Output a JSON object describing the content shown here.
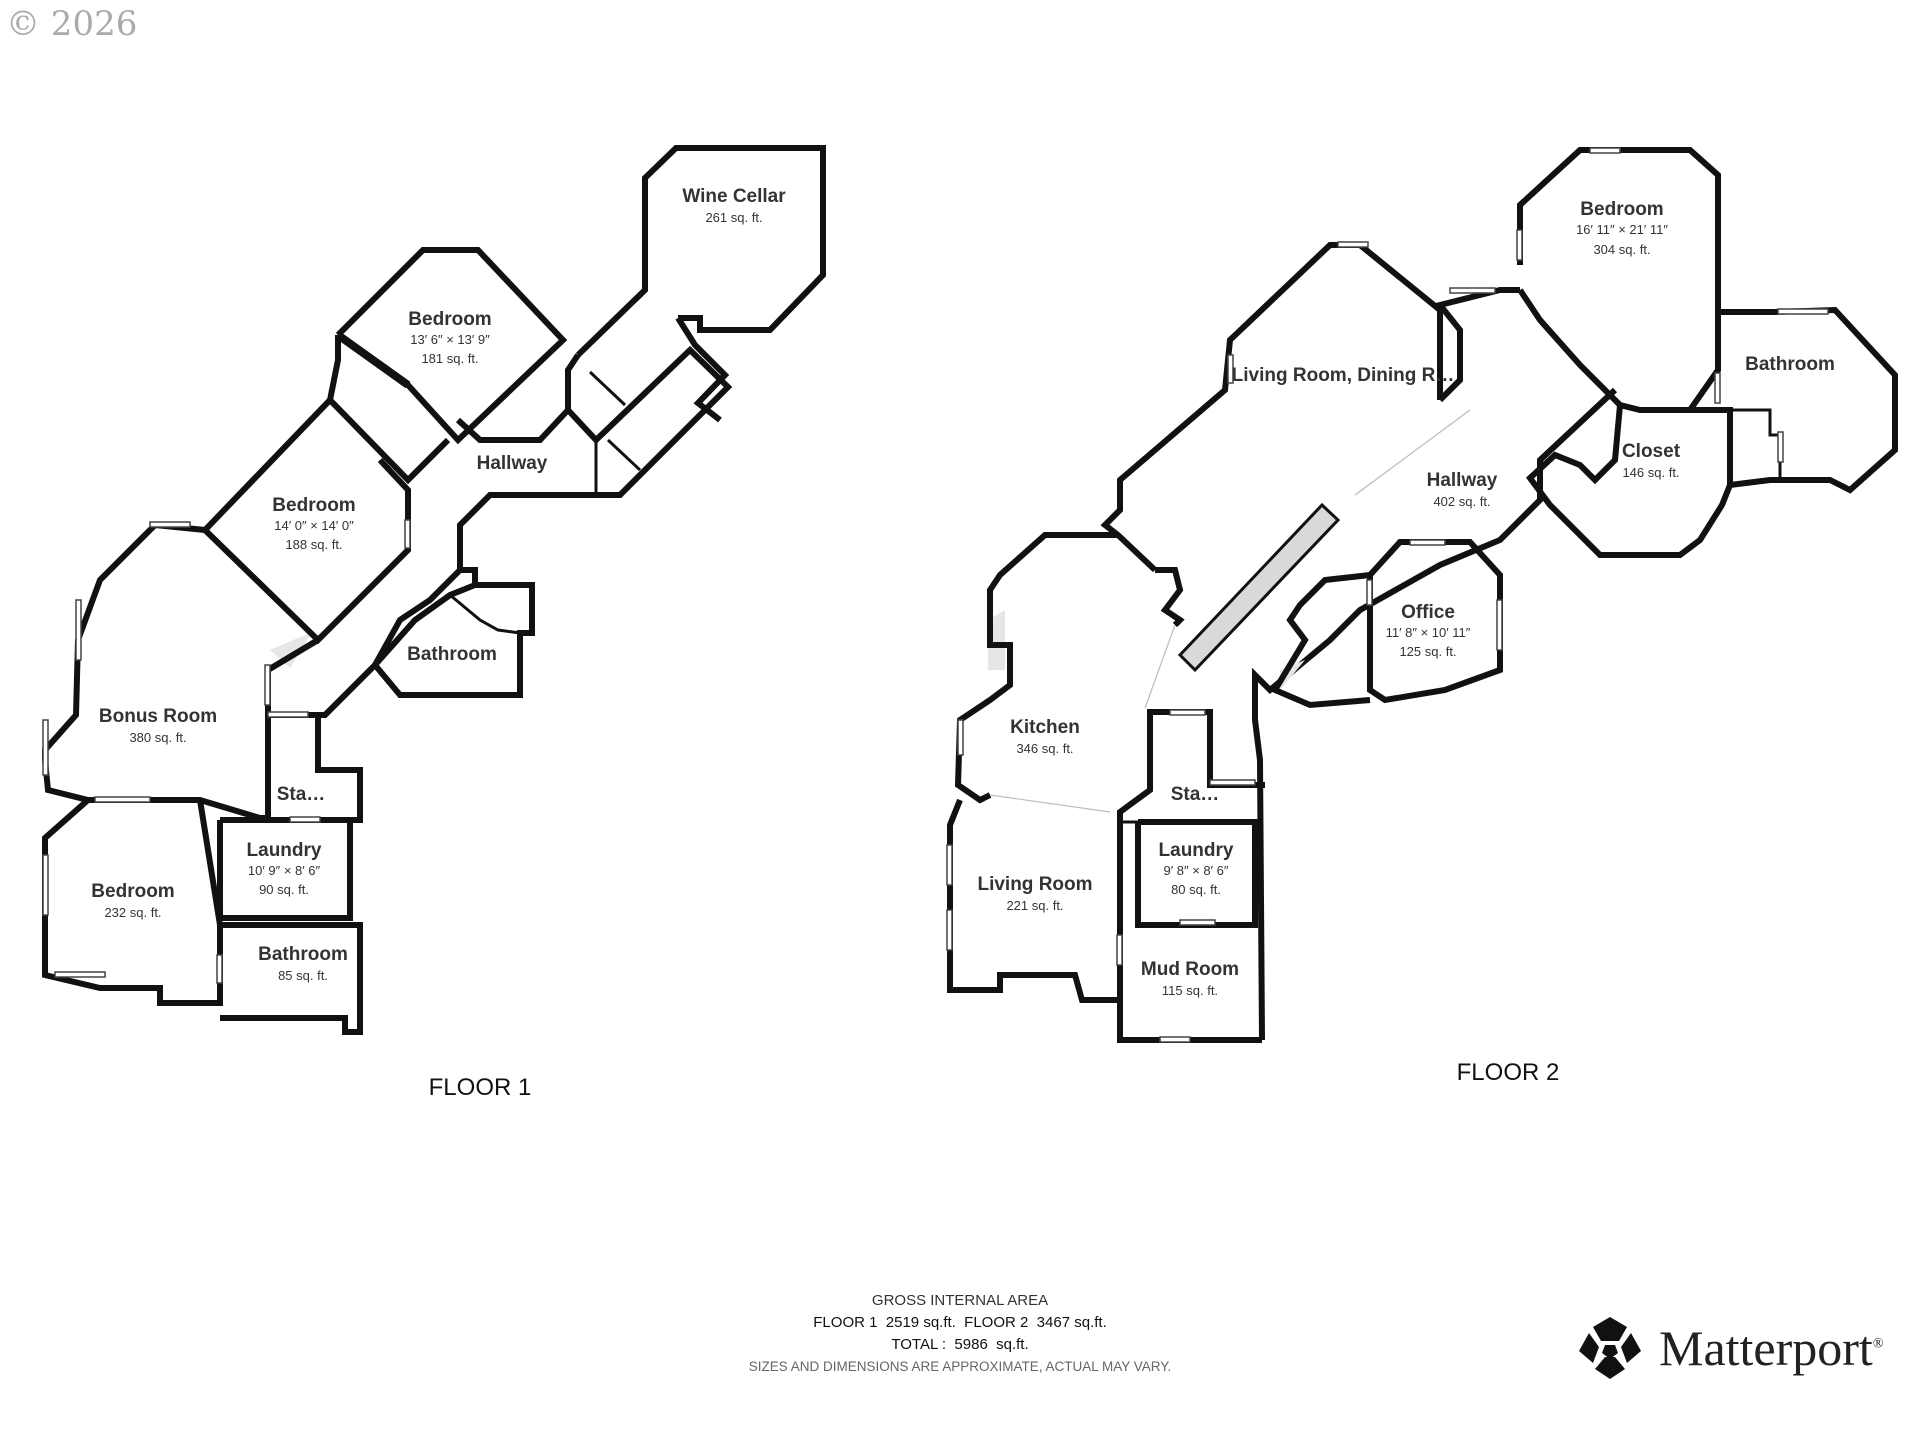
{
  "copyright": "© 2026",
  "floors": [
    {
      "label": "FLOOR 1",
      "rooms": [
        {
          "name": "Wine Cellar",
          "dims": "",
          "area": "261 sq. ft."
        },
        {
          "name": "Bedroom",
          "dims": "13′ 6″ × 13′ 9″",
          "area": "181 sq. ft."
        },
        {
          "name": "Hallway",
          "dims": "",
          "area": ""
        },
        {
          "name": "Bedroom",
          "dims": "14′ 0″ × 14′ 0″",
          "area": "188 sq. ft."
        },
        {
          "name": "Bathroom",
          "dims": "",
          "area": ""
        },
        {
          "name": "Bonus Room",
          "dims": "",
          "area": "380 sq. ft."
        },
        {
          "name": "Sta…",
          "dims": "",
          "area": ""
        },
        {
          "name": "Laundry",
          "dims": "10′ 9″ × 8′ 6″",
          "area": "90 sq. ft."
        },
        {
          "name": "Bedroom",
          "dims": "",
          "area": "232 sq. ft."
        },
        {
          "name": "Bathroom",
          "dims": "",
          "area": "85 sq. ft."
        }
      ]
    },
    {
      "label": "FLOOR 2",
      "rooms": [
        {
          "name": "Bedroom",
          "dims": "16′ 11″ × 21′ 11″",
          "area": "304 sq. ft."
        },
        {
          "name": "Bathroom",
          "dims": "",
          "area": ""
        },
        {
          "name": "Living Room, Dining R…",
          "dims": "",
          "area": ""
        },
        {
          "name": "Closet",
          "dims": "",
          "area": "146 sq. ft."
        },
        {
          "name": "Hallway",
          "dims": "",
          "area": "402 sq. ft."
        },
        {
          "name": "Office",
          "dims": "11′ 8″ × 10′ 11″",
          "area": "125 sq. ft."
        },
        {
          "name": "Kitchen",
          "dims": "",
          "area": "346 sq. ft."
        },
        {
          "name": "Sta…",
          "dims": "",
          "area": ""
        },
        {
          "name": "Laundry",
          "dims": "9′ 8″ × 8′ 6″",
          "area": "80 sq. ft."
        },
        {
          "name": "Living Room",
          "dims": "",
          "area": "221 sq. ft."
        },
        {
          "name": "Mud Room",
          "dims": "",
          "area": "115 sq. ft."
        }
      ]
    }
  ],
  "gross_area": {
    "heading": "GROSS INTERNAL AREA",
    "line1": "FLOOR 1  2519 sq.ft.  FLOOR 2  3467 sq.ft.",
    "line2": "TOTAL :  5986  sq.ft.",
    "disclaimer": "SIZES AND DIMENSIONS ARE APPROXIMATE, ACTUAL MAY VARY."
  },
  "brand": {
    "name": "Matterport",
    "mark": "®",
    "logo_icon": "matterport-logo-icon"
  }
}
